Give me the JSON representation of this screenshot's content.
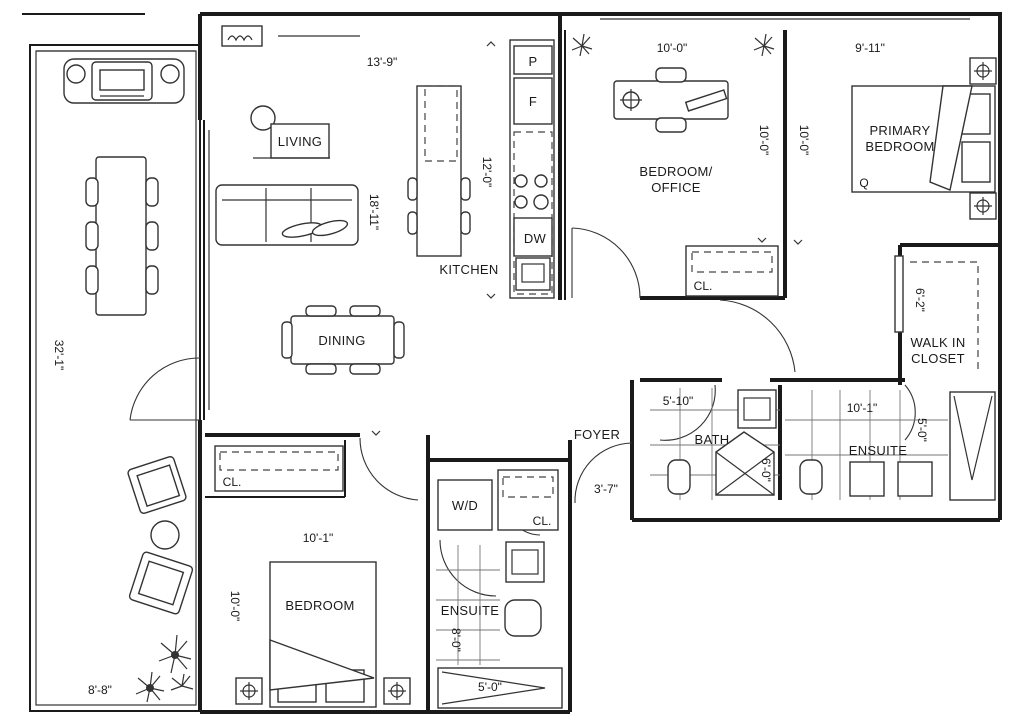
{
  "rooms": {
    "living": "LIVING",
    "dining": "DINING",
    "kitchen": "KITCHEN",
    "bedroom_office": "BEDROOM/",
    "bedroom_office_2": "OFFICE",
    "primary_bedroom": "PRIMARY",
    "primary_bedroom_2": "BEDROOM",
    "walk_in_closet": "WALK IN",
    "walk_in_closet_2": "CLOSET",
    "foyer": "FOYER",
    "bath": "BATH",
    "ensuite_primary": "ENSUITE",
    "bedroom": "BEDROOM",
    "ensuite": "ENSUITE",
    "laundry": "W/D"
  },
  "closets": {
    "office": "CL.",
    "bedroom": "CL.",
    "hall": "CL."
  },
  "appliances": {
    "pantry": "P",
    "fridge": "F",
    "dishwasher": "DW",
    "primary_bed_marker": "Q"
  },
  "dimensions": {
    "living_width": "13'-9\"",
    "living_depth": "18'-11\"",
    "kitchen_depth": "12'-0\"",
    "office_width": "10'-0\"",
    "office_depth": "10'-0\"",
    "primary_width": "9'-11\"",
    "primary_depth": "10'-0\"",
    "closet_depth": "6'-2\"",
    "bath_width": "5'-10\"",
    "bath_shower": "6'-0\"",
    "ensuite_primary_width": "10'-1\"",
    "ensuite_primary_depth": "5'-0\"",
    "foyer_width": "3'-7\"",
    "bedroom_width": "10'-1\"",
    "bedroom_depth": "10'-0\"",
    "ensuite_depth": "8'-0\"",
    "ensuite_width": "5'-0\"",
    "balcony_length": "32'-1\"",
    "balcony_width": "8'-8\""
  }
}
